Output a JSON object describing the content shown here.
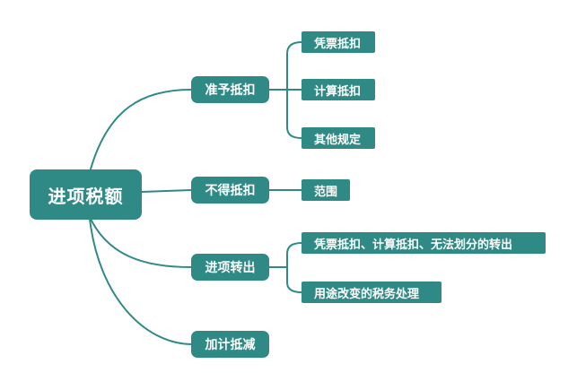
{
  "diagram": {
    "root": "进项税额",
    "branches": [
      {
        "label": "准予抵扣",
        "children": [
          "凭票抵扣",
          "计算抵扣",
          "其他规定"
        ]
      },
      {
        "label": "不得抵扣",
        "children": [
          "范围"
        ]
      },
      {
        "label": "进项转出",
        "children": [
          "凭票抵扣、计算抵扣、无法划分的转出",
          "用途改变的税务处理"
        ]
      },
      {
        "label": "加计抵减",
        "children": []
      }
    ],
    "colors": {
      "node": "#2f8a86",
      "line": "#2f8a86",
      "text": "#ffffff"
    }
  }
}
